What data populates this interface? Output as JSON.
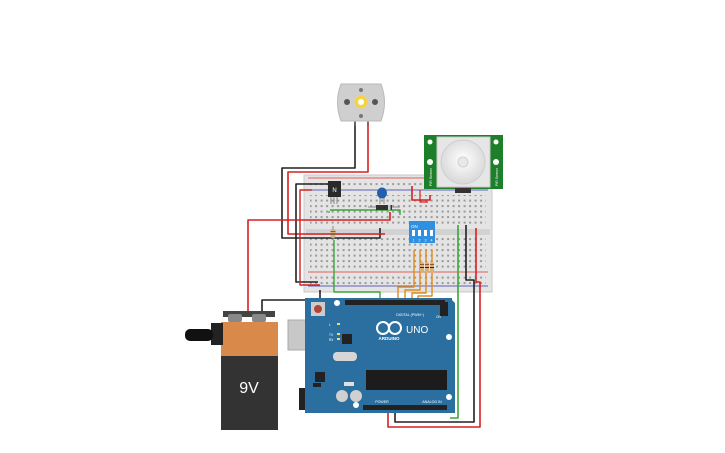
{
  "motor": {
    "label": ""
  },
  "transistor": {
    "label": "N"
  },
  "pir": {
    "left_label": "PIR Sensor",
    "right_label": "PIR Sensor"
  },
  "dip": {
    "label": "ON",
    "numbers": [
      "1",
      "2",
      "3",
      "4"
    ]
  },
  "arduino": {
    "brand": "ARDUINO",
    "model": "UNO",
    "digital_label": "DIGITAL (PWM~)",
    "power_label": "POWER",
    "analog_label": "ANALOG IN",
    "tx": "TX",
    "rx": "RX",
    "l": "L",
    "on": "ON"
  },
  "battery": {
    "label": "9V"
  },
  "colors": {
    "wire_red": "#d62020",
    "wire_black": "#222222",
    "wire_green": "#3aa63a",
    "wire_orange": "#e08a1a",
    "arduino_blue": "#2a6f9f",
    "pir_green": "#1e7f2a",
    "battery_orange": "#d98a4a",
    "dip_blue": "#2f8fe0"
  }
}
